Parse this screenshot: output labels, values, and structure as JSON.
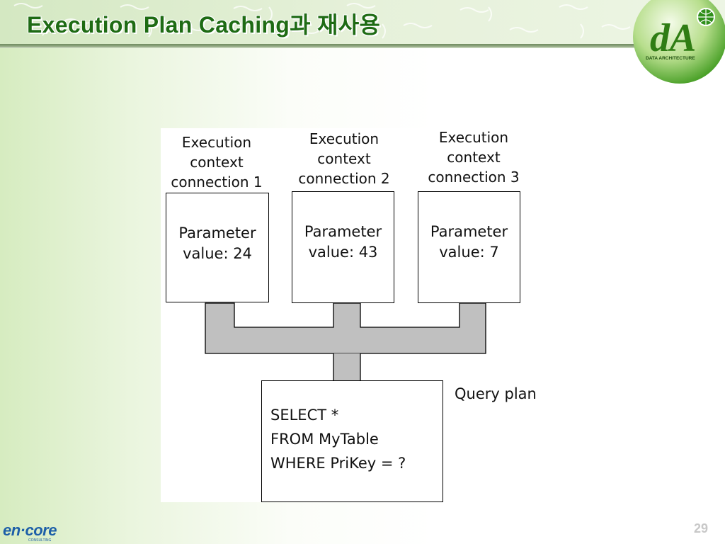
{
  "slide": {
    "title": "Execution Plan Caching과 재사용",
    "page_number": "29"
  },
  "logo": {
    "mark": "dA",
    "caption": "DATA ARCHITECTURE"
  },
  "footer_logo": {
    "brand": "en·core",
    "sub": "CONSULTING"
  },
  "diagram": {
    "contexts": [
      {
        "label": "Execution\ncontext\nconnection 1",
        "parameter": "Parameter\nvalue: 24"
      },
      {
        "label": "Execution\ncontext\nconnection 2",
        "parameter": "Parameter\nvalue: 43"
      },
      {
        "label": "Execution\ncontext\nconnection 3",
        "parameter": "Parameter\nvalue:  7"
      }
    ],
    "query_plan_label": "Query plan",
    "query_plan_sql": [
      "SELECT *",
      "FROM MyTable",
      "WHERE PriKey = ?"
    ]
  },
  "colors": {
    "title_green": "#1e6b14",
    "connector_gray": "#c0c0c0",
    "logo_green": "#3f9a1e",
    "footer_blue": "#1d5fa8"
  }
}
